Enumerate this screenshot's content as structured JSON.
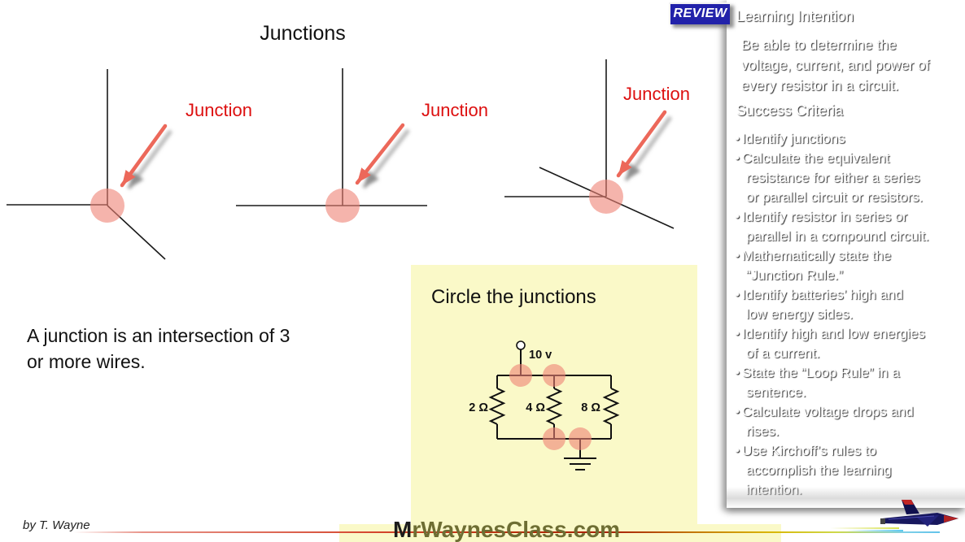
{
  "slide": {
    "title": "Junctions",
    "definition": "A junction is an intersection of 3\nor more wires.",
    "diagrams": [
      {
        "label": "Junction"
      },
      {
        "label": "Junction"
      },
      {
        "label": "Junction"
      }
    ]
  },
  "activity": {
    "title": "Circle the junctions",
    "circuit": {
      "voltage_label": "10 v",
      "resistor_labels": [
        "2 Ω",
        "4 Ω",
        "8 Ω"
      ]
    }
  },
  "sidebar": {
    "badge": "REVIEW",
    "learning_intention": {
      "title": "Learning Intention",
      "text": "Be able to determine the\nvoltage, current, and power of\nevery resistor in a circuit."
    },
    "success_criteria": {
      "title": "Success Criteria",
      "items": [
        "Identify junctions",
        "Calculate the equivalent\nresistance for either a series\nor parallel circuit or resistors.",
        "Identify resistor in series or\nparallel in a compound circuit.",
        "Mathematically state the\n“Junction Rule.”",
        "Identify batteries’ high and\nlow energy sides.",
        "Identify high and low energies\nof a current.",
        "State the “Loop Rule” in a\nsentence.",
        "Calculate voltage drops and\nrises.",
        "Use Kirchoff’s rules to\naccomplish the learning\nintention."
      ]
    }
  },
  "footer": {
    "credit": "by T. Wayne",
    "watermark": "MrWaynesClass.com"
  },
  "colors": {
    "sidebar_navy_top": "#2525a2",
    "sidebar_navy_bottom": "#03031b",
    "junction_highlight": "#ef8275",
    "arrow_red": "#ec685a",
    "label_red": "#dd0f0f",
    "activity_bg": "#faf9c8",
    "watermark_olive": "#6e6e33"
  }
}
